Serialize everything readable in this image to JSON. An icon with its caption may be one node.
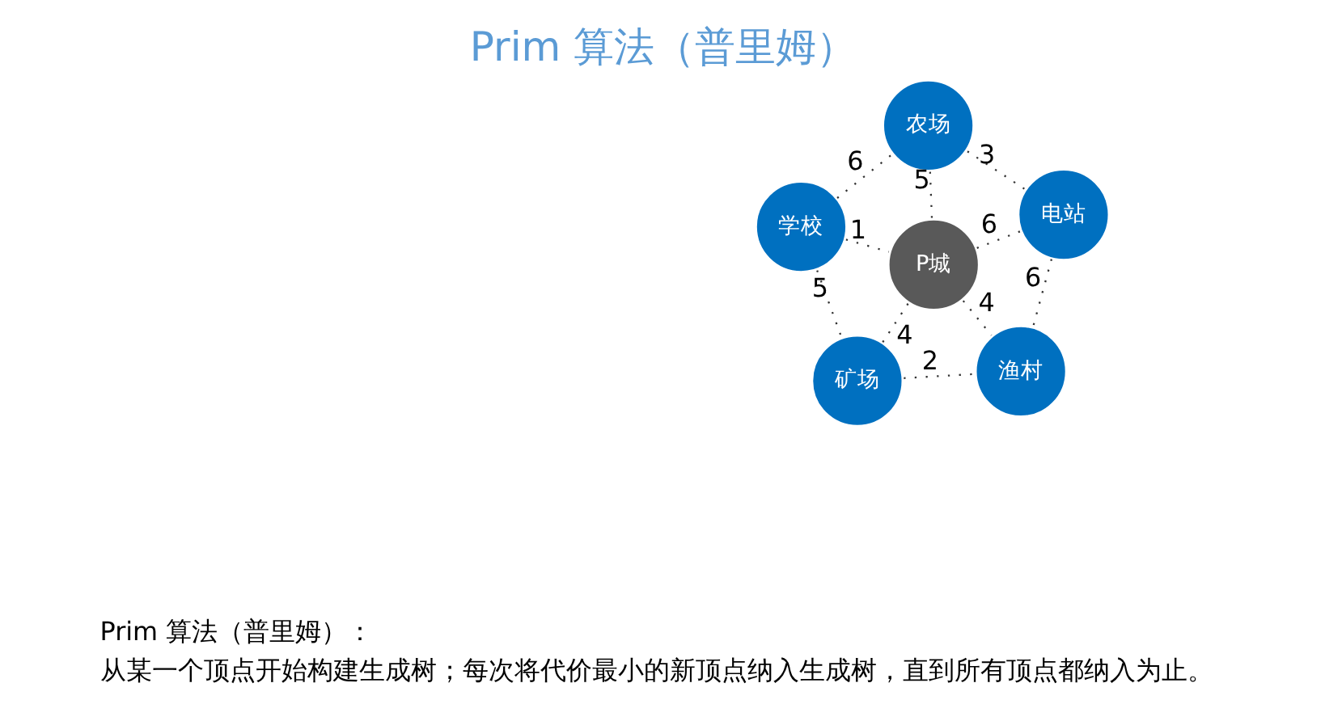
{
  "diagram": {
    "title": "Prim 算法（普里姆）",
    "nodes": [
      {
        "text": [
          "学校"
        ]
      },
      {
        "text": [
          "农场"
        ]
      },
      {
        "text": [
          "矿场"
        ]
      },
      {
        "text": [
          "P城"
        ]
      },
      {
        "text": [
          "电站"
        ]
      },
      {
        "text": [
          "渔村"
        ]
      }
    ],
    "edges": [
      {
        "from": 0,
        "to": 1,
        "arrow": "none",
        "label": "6"
      },
      {
        "from": 0,
        "to": 2,
        "arrow": "none",
        "label": "5"
      },
      {
        "from": 0,
        "to": 3,
        "arrow": "none",
        "label": "1"
      },
      {
        "from": 1,
        "to": 3,
        "arrow": "none",
        "label": "5"
      },
      {
        "from": 2,
        "to": 3,
        "arrow": "none",
        "label": "4"
      },
      {
        "from": 1,
        "to": 4,
        "arrow": "none",
        "label": "3"
      },
      {
        "from": 2,
        "to": 5,
        "arrow": "none",
        "label": "2"
      },
      {
        "from": 3,
        "to": 4,
        "arrow": "none",
        "label": "6"
      },
      {
        "from": 3,
        "to": 5,
        "arrow": "none",
        "label": "4"
      },
      {
        "from": 4,
        "to": 5,
        "arrow": "none",
        "label": "6"
      }
    ],
    "labels": [
      "Prim 算法（普里姆）：",
      "从某一个顶点开始构建生成树；每次将代价最小的新顶点纳入生成树，直到所有顶点都纳入为止。"
    ]
  }
}
